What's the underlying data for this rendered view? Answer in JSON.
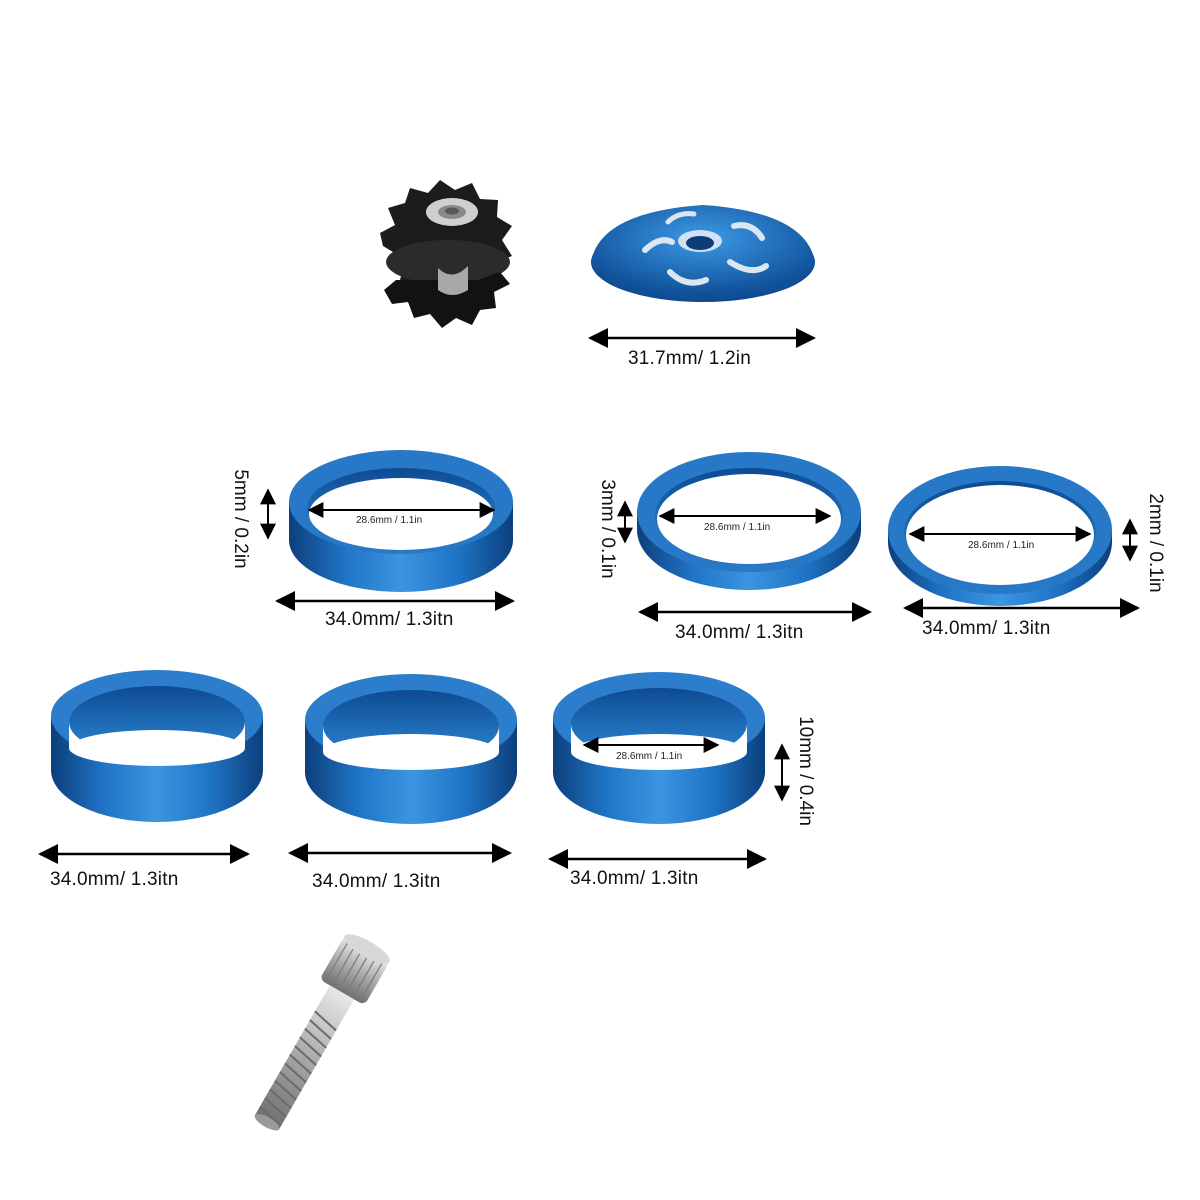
{
  "labels": {
    "cap_width": "31.7mm/ 1.2in",
    "spacer_outer_1": "34.0mm/ 1.3itn",
    "spacer_outer_2": "34.0mm/ 1.3itn",
    "spacer_outer_3": "34.0mm/ 1.3itn",
    "spacer_outer_4": "34.0mm/ 1.3itn",
    "spacer_outer_5": "34.0mm/ 1.3itn",
    "spacer_outer_6": "34.0mm/ 1.3itn",
    "inner_1": "28.6mm / 1.1in",
    "inner_2": "28.6mm / 1.1in",
    "inner_3": "28.6mm / 1.1in",
    "inner_4": "28.6mm / 1.1in",
    "height_5mm": "5mm / 0.2in",
    "height_3mm": "3mm / 0.1in",
    "height_2mm": "2mm / 0.1in",
    "height_10mm": "10mm / 0.4in"
  },
  "colors": {
    "spacer_blue": "#1e6fc0",
    "spacer_dark": "#0d3f7a",
    "star_nut": "#1a1a1a",
    "bolt": "#b9b9b9"
  }
}
